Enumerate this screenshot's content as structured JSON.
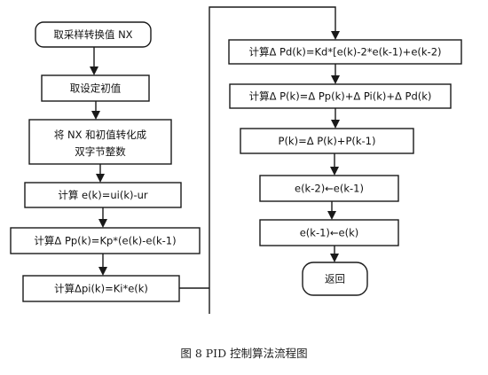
{
  "diagram": {
    "nodes": {
      "n1": "取采样转换值 NX",
      "n2": "取设定初值",
      "n3_line1": "将 NX 和初值转化成",
      "n3_line2": "双字节整数",
      "n4": "计算 e(k)=ui(k)-ur",
      "n5": "计算Δ Pp(k)=Kp*(e(k)-e(k-1)",
      "n6": "计算Δpi(k)=Ki*e(k)",
      "n7": "计算Δ Pd(k)=Kd*[e(k)-2*e(k-1)+e(k-2)",
      "n8": "计算Δ P(k)=Δ Pp(k)+Δ Pi(k)+Δ Pd(k)",
      "n9": "P(k)=Δ P(k)+P(k-1)",
      "n10": "e(k-2)←e(k-1)",
      "n11": "e(k-1)←e(k)",
      "n12": "返回"
    }
  },
  "caption": "图 8   PID 控制算法流程图",
  "colors": {
    "stroke": "#1a1a1a",
    "text": "#111111"
  }
}
